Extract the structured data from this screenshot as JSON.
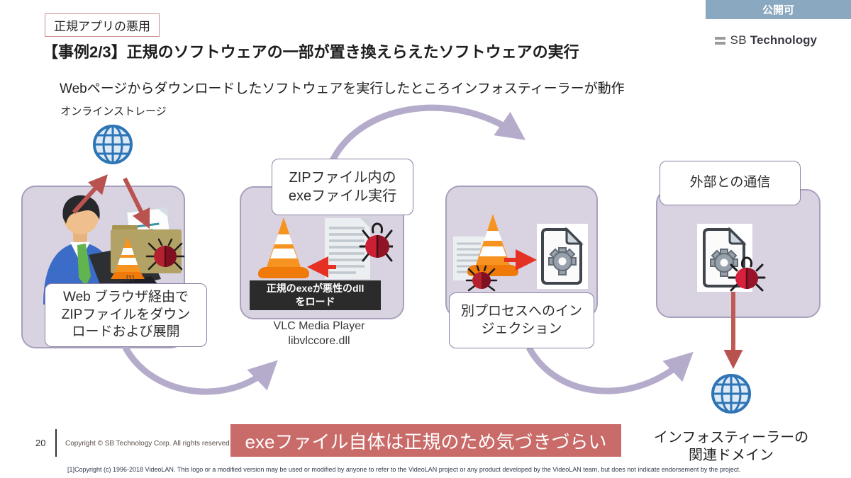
{
  "slide": {
    "tag": "正規アプリの悪用",
    "title": "【事例2/3】正規のソフトウェアの一部が置き換えらえたソフトウェアの実行",
    "subtitle": "Webページからダウンロードしたソフトウェアを実行したところインフォスティーラーが動作",
    "classification_badge": "公開可",
    "logo": {
      "prefix": "SB",
      "suffix": "Technology"
    }
  },
  "flow": {
    "online_storage_label": "オンラインストレージ",
    "step1": {
      "label": "Web ブラウザ経由で\nZIPファイルをダウン\nロードおよび展開",
      "footnote_ref": "[1]"
    },
    "step2": {
      "label": "ZIPファイル内の\nexeファイル実行",
      "note": "正規のexeが悪性のdll\nをロード",
      "caption": "VLC Media Player\nlibvlccore.dll"
    },
    "step3": {
      "label": "別プロセスへのイン\nジェクション"
    },
    "step4": {
      "label": "外部との通信",
      "target_caption": "インフォスティーラーの\n関連ドメイン"
    }
  },
  "banner": "exeファイル自体は正規のため気づきづらい",
  "footer": {
    "page": "20",
    "copyright": "Copyright © SB Technology Corp. All rights reserved.",
    "footnote": "[1]Copyright (c) 1996-2018 VideoLAN. This logo or a modified version may be used or modified by anyone to refer to the VideoLAN project or any product developed by the VideoLAN team, but does not indicate endorsement by the project."
  },
  "colors": {
    "badge_blue": "#8aa8bf",
    "banner_red": "#c96b68",
    "group_box_purple": "#d9d3e1",
    "arrow_lavender": "#b5accb",
    "arrow_red": "#b9534f",
    "arrow_bright_red": "#e53124",
    "globe_blue": "#2e75b6",
    "vlc_orange": "#f79421"
  }
}
